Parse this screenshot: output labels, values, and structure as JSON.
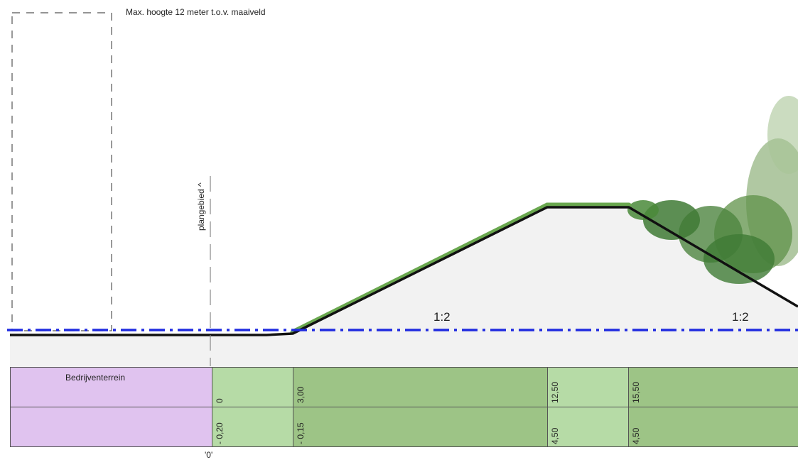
{
  "annotations": {
    "max_height": "Max. hoogte 12 meter t.o.v. maaiveld",
    "plan_boundary": "plangebied ^",
    "zero_reference": "'0'"
  },
  "slopes": {
    "left": "1:2",
    "right": "1:2"
  },
  "table": {
    "zone_label": "Bedrijventerrein",
    "row1": [
      "0",
      "3,00",
      "12,50",
      "15,50"
    ],
    "row2": [
      "- 0,20",
      "- 0,15",
      "4,50",
      "4,50"
    ]
  },
  "colors": {
    "water_line": "#1f2be0",
    "embankment_fill": "#f2f2f2",
    "grass": "#6aa84f",
    "zone_purple": "#e0c3ef",
    "light_green": "#b6dba6",
    "mid_green": "#9dc486",
    "tree_dark": "#3f7a35"
  }
}
